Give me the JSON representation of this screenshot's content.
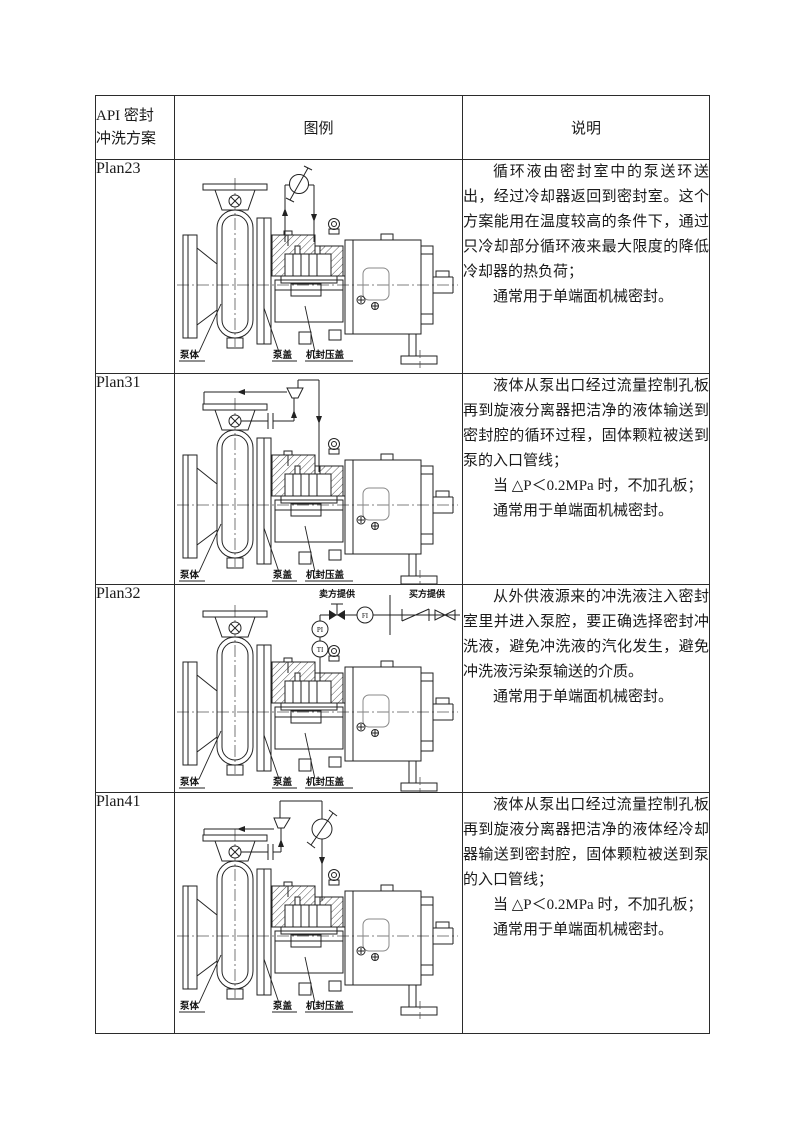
{
  "page": {
    "background": "#ffffff",
    "ink": "#222222",
    "centerline_color": "#555555"
  },
  "table": {
    "header": {
      "col1": [
        "API 密封",
        "冲洗方案"
      ],
      "col2": "图例",
      "col3": "说明"
    },
    "rows": [
      {
        "plan": "Plan23",
        "diagram": {
          "variant": "plan23",
          "part_labels": {
            "pump_body": "泵体",
            "pump_cover": "泵盖",
            "seal_gland": "机封压盖"
          }
        },
        "description": [
          "循环液由密封室中的泵送环送出，经过冷却器返回到密封室。这个方案能用在温度较高的条件下，通过只冷却部分循环液来最大限度的降低冷却器的热负荷；",
          "通常用于单端面机械密封。"
        ]
      },
      {
        "plan": "Plan31",
        "diagram": {
          "variant": "plan31",
          "part_labels": {
            "pump_body": "泵体",
            "pump_cover": "泵盖",
            "seal_gland": "机封压盖"
          }
        },
        "description": [
          "液体从泵出口经过流量控制孔板再到旋液分离器把洁净的液体输送到密封腔的循环过程，固体颗粒被送到泵的入口管线；",
          "当 △P＜0.2MPa 时，不加孔板；",
          "通常用于单端面机械密封。"
        ]
      },
      {
        "plan": "Plan32",
        "diagram": {
          "variant": "plan32",
          "part_labels": {
            "pump_body": "泵体",
            "pump_cover": "泵盖",
            "seal_gland": "机封压盖"
          },
          "annotations": {
            "vendor": "卖方提供",
            "buyer": "买方提供",
            "pi": "PI",
            "ti": "TI",
            "fi": "FI"
          }
        },
        "description": [
          "从外供液源来的冲洗液注入密封室里并进入泵腔，要正确选择密封冲洗液，避免冲洗液的汽化发生，避免冲洗液污染泵输送的介质。",
          "通常用于单端面机械密封。"
        ]
      },
      {
        "plan": "Plan41",
        "diagram": {
          "variant": "plan41",
          "part_labels": {
            "pump_body": "泵体",
            "pump_cover": "泵盖",
            "seal_gland": "机封压盖"
          }
        },
        "description": [
          "液体从泵出口经过流量控制孔板再到旋液分离器把洁净的液体经冷却器输送到密封腔，固体颗粒被送到泵的入口管线；",
          "当 △P＜0.2MPa 时，不加孔板；",
          "通常用于单端面机械密封。"
        ]
      }
    ]
  }
}
